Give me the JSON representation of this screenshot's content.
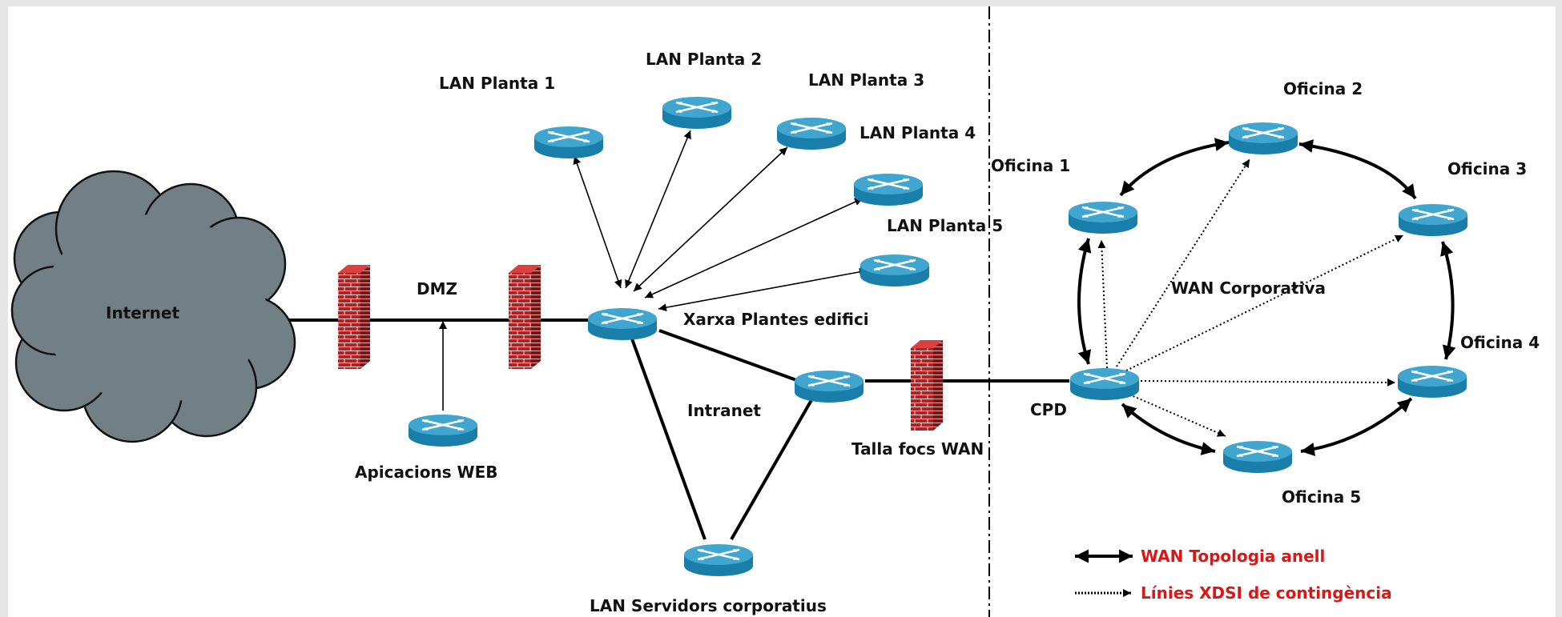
{
  "colors": {
    "router_top": "#40a6cf",
    "router_side": "#1a7eaa",
    "cloud": "#727f84",
    "wall_brick": "#b22222",
    "wall_mortar": "#f1d9d9",
    "legend_text": "#e01414"
  },
  "labels": {
    "internet": "Internet",
    "dmz": "DMZ",
    "web_apps": "Apicacions WEB",
    "lan_planta_1": "LAN Planta 1",
    "lan_planta_2": "LAN Planta 2",
    "lan_planta_3": "LAN Planta 3",
    "lan_planta_4": "LAN Planta 4",
    "lan_planta_5": "LAN Planta 5",
    "xarxa_plantes": "Xarxa Plantes edifici",
    "intranet": "Intranet",
    "lan_servidors": "LAN Servidors corporatius",
    "talla_focs": "Talla focs WAN",
    "cpd": "CPD",
    "wan_corporativa": "WAN Corporativa",
    "oficina_1": "Oficina 1",
    "oficina_2": "Oficina 2",
    "oficina_3": "Oficina 3",
    "oficina_4": "Oficina 4",
    "oficina_5": "Oficina 5"
  },
  "legend": {
    "ring_label": "WAN Topologia anell",
    "backup_label": "Línies XDSI de contingència"
  }
}
